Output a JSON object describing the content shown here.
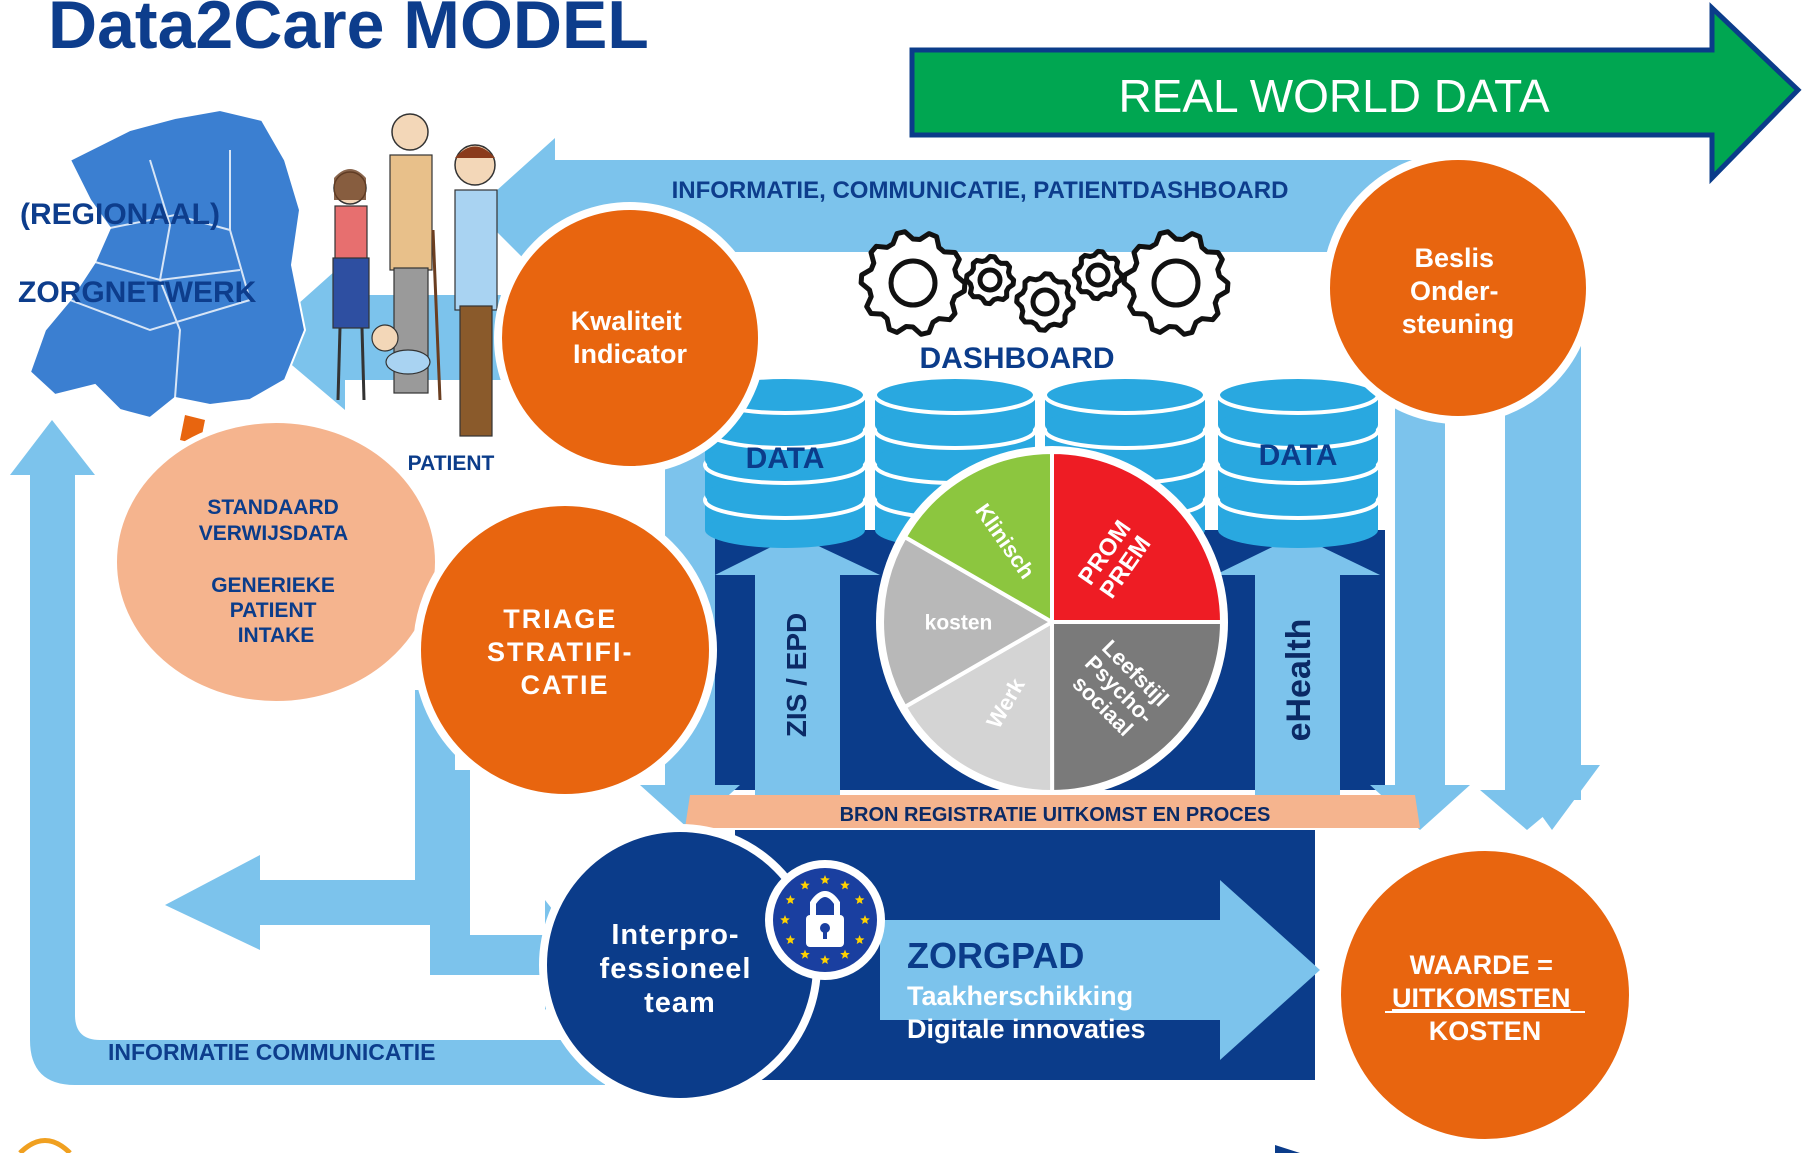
{
  "title": "Data2Care MODEL",
  "banner": "REAL WORLD DATA",
  "top_flow": "INFORMATIE, COMMUNICATIE, PATIENTDASHBOARD",
  "bottom_flow": "INFORMATIE COMMUNICATIE",
  "map": {
    "line1": "(REGIONAAL)",
    "line2": "ZORGNETWERK"
  },
  "patient_label": "PATIENT",
  "dashboard_label": "DASHBOARD",
  "data_labels": [
    "DATA",
    "DATA"
  ],
  "bron": "BRON REGISTRATIE UITKOMST EN PROCES",
  "zis": "ZIS / EPD",
  "ehealth": "eHealth",
  "circles": {
    "kwaliteit": [
      "Kwaliteit",
      "Indicator"
    ],
    "beslis": [
      "Beslis",
      "Onder-",
      "steuning"
    ],
    "triage": [
      "TRIAGE",
      "STRATIFI-",
      "CATIE"
    ],
    "standaard": [
      "STANDAARD",
      "VERWIJSDATA",
      "",
      "GENERIEKE",
      "PATIENT",
      "INTAKE"
    ],
    "team": [
      "Interpro-",
      "fessioneel",
      "team"
    ],
    "waarde": [
      "WAARDE =",
      "UITKOMSTEN",
      "KOSTEN"
    ]
  },
  "zorgpad": {
    "title": "ZORGPAD",
    "line1": "Taakherschikking",
    "line2": "Digitale innovaties"
  },
  "colors": {
    "navy": "#0b3c8a",
    "light_blue": "#7cc3ec",
    "orange": "#e8650f",
    "peach": "#f5b48e",
    "green": "#00a651",
    "title_blue": "#0d3d8c",
    "klinisch": "#8cc63f",
    "prom": "#ee1c24",
    "leefstijl": "#7a7a7a",
    "werk": "#d4d4d4",
    "kosten": "#b8b8b8"
  },
  "icons": [
    "netherlands-map-icon",
    "family-icon",
    "gears-icon",
    "database-icon",
    "eu-lock-icon"
  ],
  "chart_data": {
    "type": "pie",
    "categories": [
      "PROM PREM",
      "Leefstijl Psycho- sociaal",
      "Werk",
      "kosten",
      "Klinisch"
    ],
    "values": [
      25,
      25,
      16.67,
      16.67,
      16.67
    ]
  }
}
